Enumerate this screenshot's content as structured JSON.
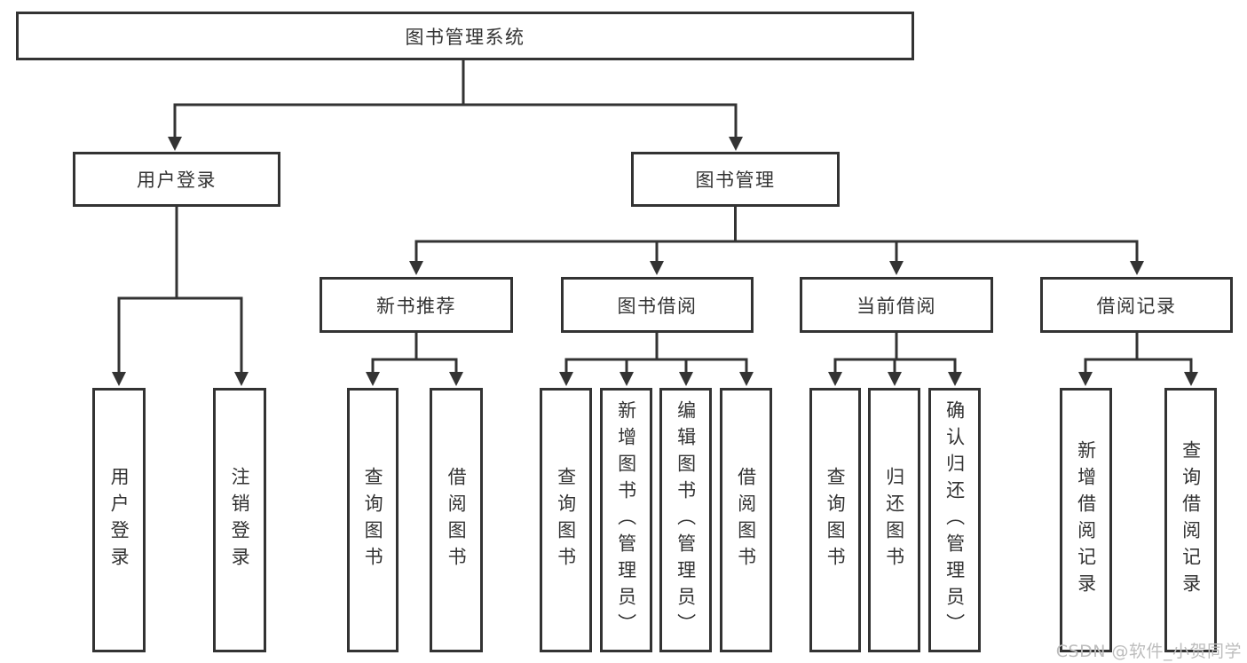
{
  "diagram_type": "feature-tree",
  "colors": {
    "line": "#333333",
    "text": "#333333",
    "box_bg": "#ffffff",
    "watermark": "#bdbdbd"
  },
  "watermark": {
    "text": "CSDN @软件_小贺同学"
  },
  "tree": {
    "label": "图书管理系统",
    "children": [
      {
        "label": "用户登录",
        "children": [
          {
            "label": "用户登录"
          },
          {
            "label": "注销登录"
          }
        ]
      },
      {
        "label": "图书管理",
        "children": [
          {
            "label": "新书推荐",
            "children": [
              {
                "label": "查询图书"
              },
              {
                "label": "借阅图书"
              }
            ]
          },
          {
            "label": "图书借阅",
            "children": [
              {
                "label": "查询图书"
              },
              {
                "label": "新增图书（管理员）"
              },
              {
                "label": "编辑图书（管理员）"
              },
              {
                "label": "借阅图书"
              }
            ]
          },
          {
            "label": "当前借阅",
            "children": [
              {
                "label": "查询图书"
              },
              {
                "label": "归还图书"
              },
              {
                "label": "确认归还（管理员）"
              }
            ]
          },
          {
            "label": "借阅记录",
            "children": [
              {
                "label": "新增借阅记录"
              },
              {
                "label": "查询借阅记录"
              }
            ]
          }
        ]
      }
    ]
  }
}
